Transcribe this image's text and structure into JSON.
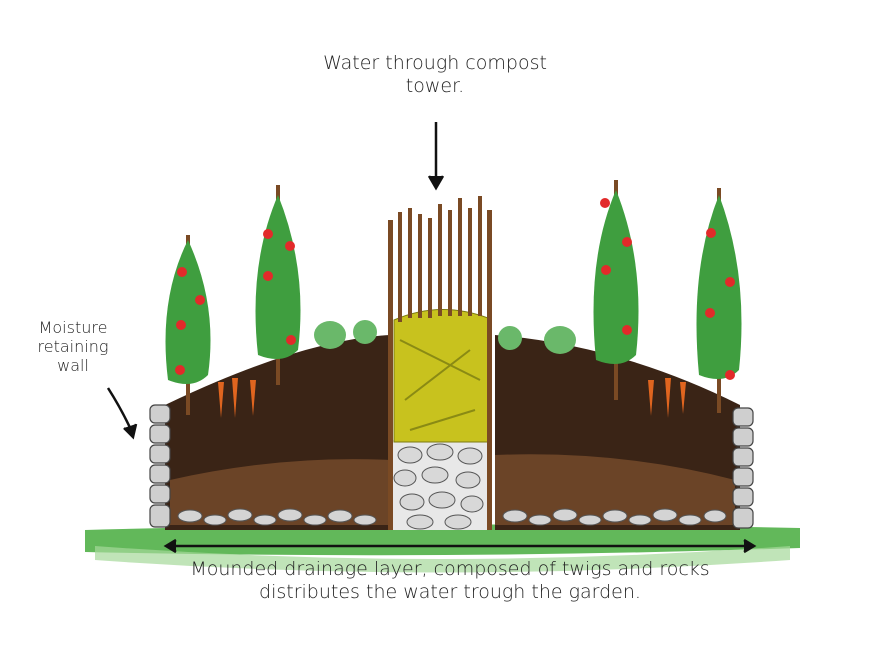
{
  "labels": {
    "tower": [
      "Water through compost",
      "tower."
    ],
    "wall": [
      "Moisture",
      "retaining",
      "wall"
    ],
    "drainage": [
      "Mounded drainage layer, composed of twigs and rocks",
      "distributes the water trough the garden."
    ]
  },
  "colors": {
    "soil": "#3a2416",
    "soil_light": "#6b4427",
    "grass": "#4caf50",
    "stone": "#c9c9c9",
    "compost": "#c8c21e",
    "stake": "#7a4a24",
    "tomato": "#e22a2a",
    "carrot": "#e0651f",
    "leaf": "#3f9e3f"
  }
}
